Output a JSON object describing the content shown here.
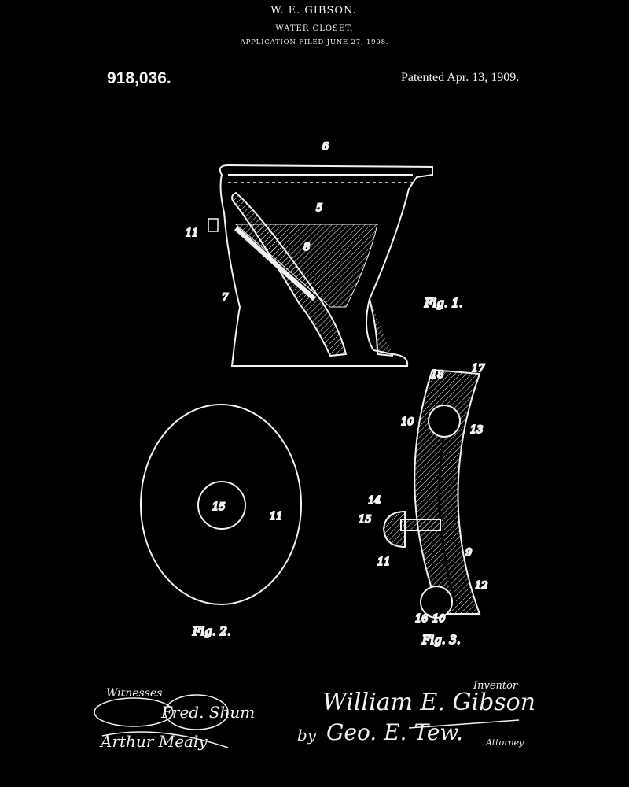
{
  "header": {
    "inventor": "W. E. GIBSON.",
    "title": "WATER CLOSET.",
    "application_filed": "APPLICATION FILED JUNE 27, 1908.",
    "patent_number": "918,036.",
    "patented_date": "Patented Apr. 13, 1909."
  },
  "figures": {
    "fig1": {
      "label": "Fig. 1.",
      "refs": [
        "6",
        "5",
        "11",
        "8",
        "7"
      ]
    },
    "fig2": {
      "label": "Fig. 2.",
      "refs": [
        "15",
        "11"
      ]
    },
    "fig3": {
      "label": "Fig. 3.",
      "refs": [
        "18",
        "17",
        "10",
        "13",
        "14",
        "15",
        "9",
        "11",
        "12",
        "16",
        "10"
      ]
    }
  },
  "footer": {
    "witnesses_label": "Witnesses",
    "inventor_label": "Inventor",
    "inventor_signature": "William E. Gibson",
    "by": "by",
    "attorney_signature": "Geo. E. Tew.",
    "attorney_label": "Attorney",
    "witness_signatures": [
      "Fred. Shum",
      "Arthur Mealy"
    ]
  },
  "colors": {
    "background": "#000000",
    "ink": "#f2f2f2"
  }
}
